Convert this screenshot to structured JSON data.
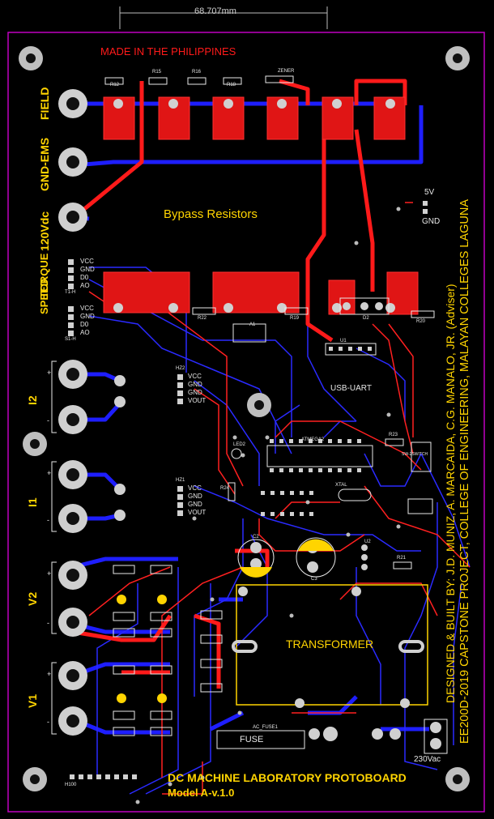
{
  "dimension": "68.707mm",
  "top_text": "MADE IN THE PHILIPPINES",
  "bypass": "Bypass Resistors",
  "transformer": "TRANSFORMER",
  "usb_uart": "USB-UART",
  "title": "DC MACHINE LABORATORY PROTOBOARD",
  "model": "Model A-v.1.0",
  "credits_line1": "DESIGNED & BUILT BY: J.D. MUNIZ, A. MARCAIDA, C.G. MANALO, JR. (Adviser)",
  "credits_line2": "EE200D-2019 CAPSTONE PROJECT, COLLEGE OF ENGINEERING, MALAYAN COLLEGES LAGUNA",
  "left_labels": {
    "field": "FIELD",
    "gnd_ems": "GND-EMS",
    "v120": "120Vdc",
    "torque": "TORQUE",
    "speed": "SPEED",
    "i2": "I2",
    "i1": "I1",
    "v2": "V2",
    "v1": "V1"
  },
  "power": {
    "v5": "5V",
    "gnd": "GND",
    "v230": "230Vac"
  },
  "fuse": "FUSE",
  "header_pins": {
    "th": [
      "VCC",
      "GND",
      "D0",
      "AO"
    ],
    "sh": [
      "VCC",
      "GND",
      "D0",
      "AO"
    ],
    "hz2": [
      "VCC",
      "GND",
      "GND",
      "VOUT"
    ],
    "hz1": [
      "VCC",
      "GND",
      "GND",
      "VOUT"
    ]
  },
  "designators": {
    "r12": "R12",
    "r15": "R15",
    "r16": "R16",
    "r18": "R18",
    "zener": "ZENER",
    "th": "T1-H",
    "sh": "S1-H",
    "hz2": "HZ2",
    "hz1": "HZ1",
    "r22": "R22",
    "a1": "A1",
    "r19": "R19",
    "d2": "D2",
    "r20": "R20",
    "u1": "U1",
    "led2": "LED2",
    "atmega": "ATMEGA2",
    "r23": "R23",
    "sw": "SW-2SWITCH",
    "r24": "R24",
    "xtal": "XTAL",
    "c2": "C2",
    "c3": "C3",
    "u2": "U2",
    "r21": "R21",
    "ac_fuse": "AC_FUSE1",
    "h100": "H100"
  },
  "colors": {
    "background": "#000000",
    "top_copper": "#ff1a1a",
    "bottom_copper": "#1e1eff",
    "silk_yellow": "#ffd400",
    "silk_white": "#e8e8e8",
    "board_outline": "#c000c0"
  }
}
